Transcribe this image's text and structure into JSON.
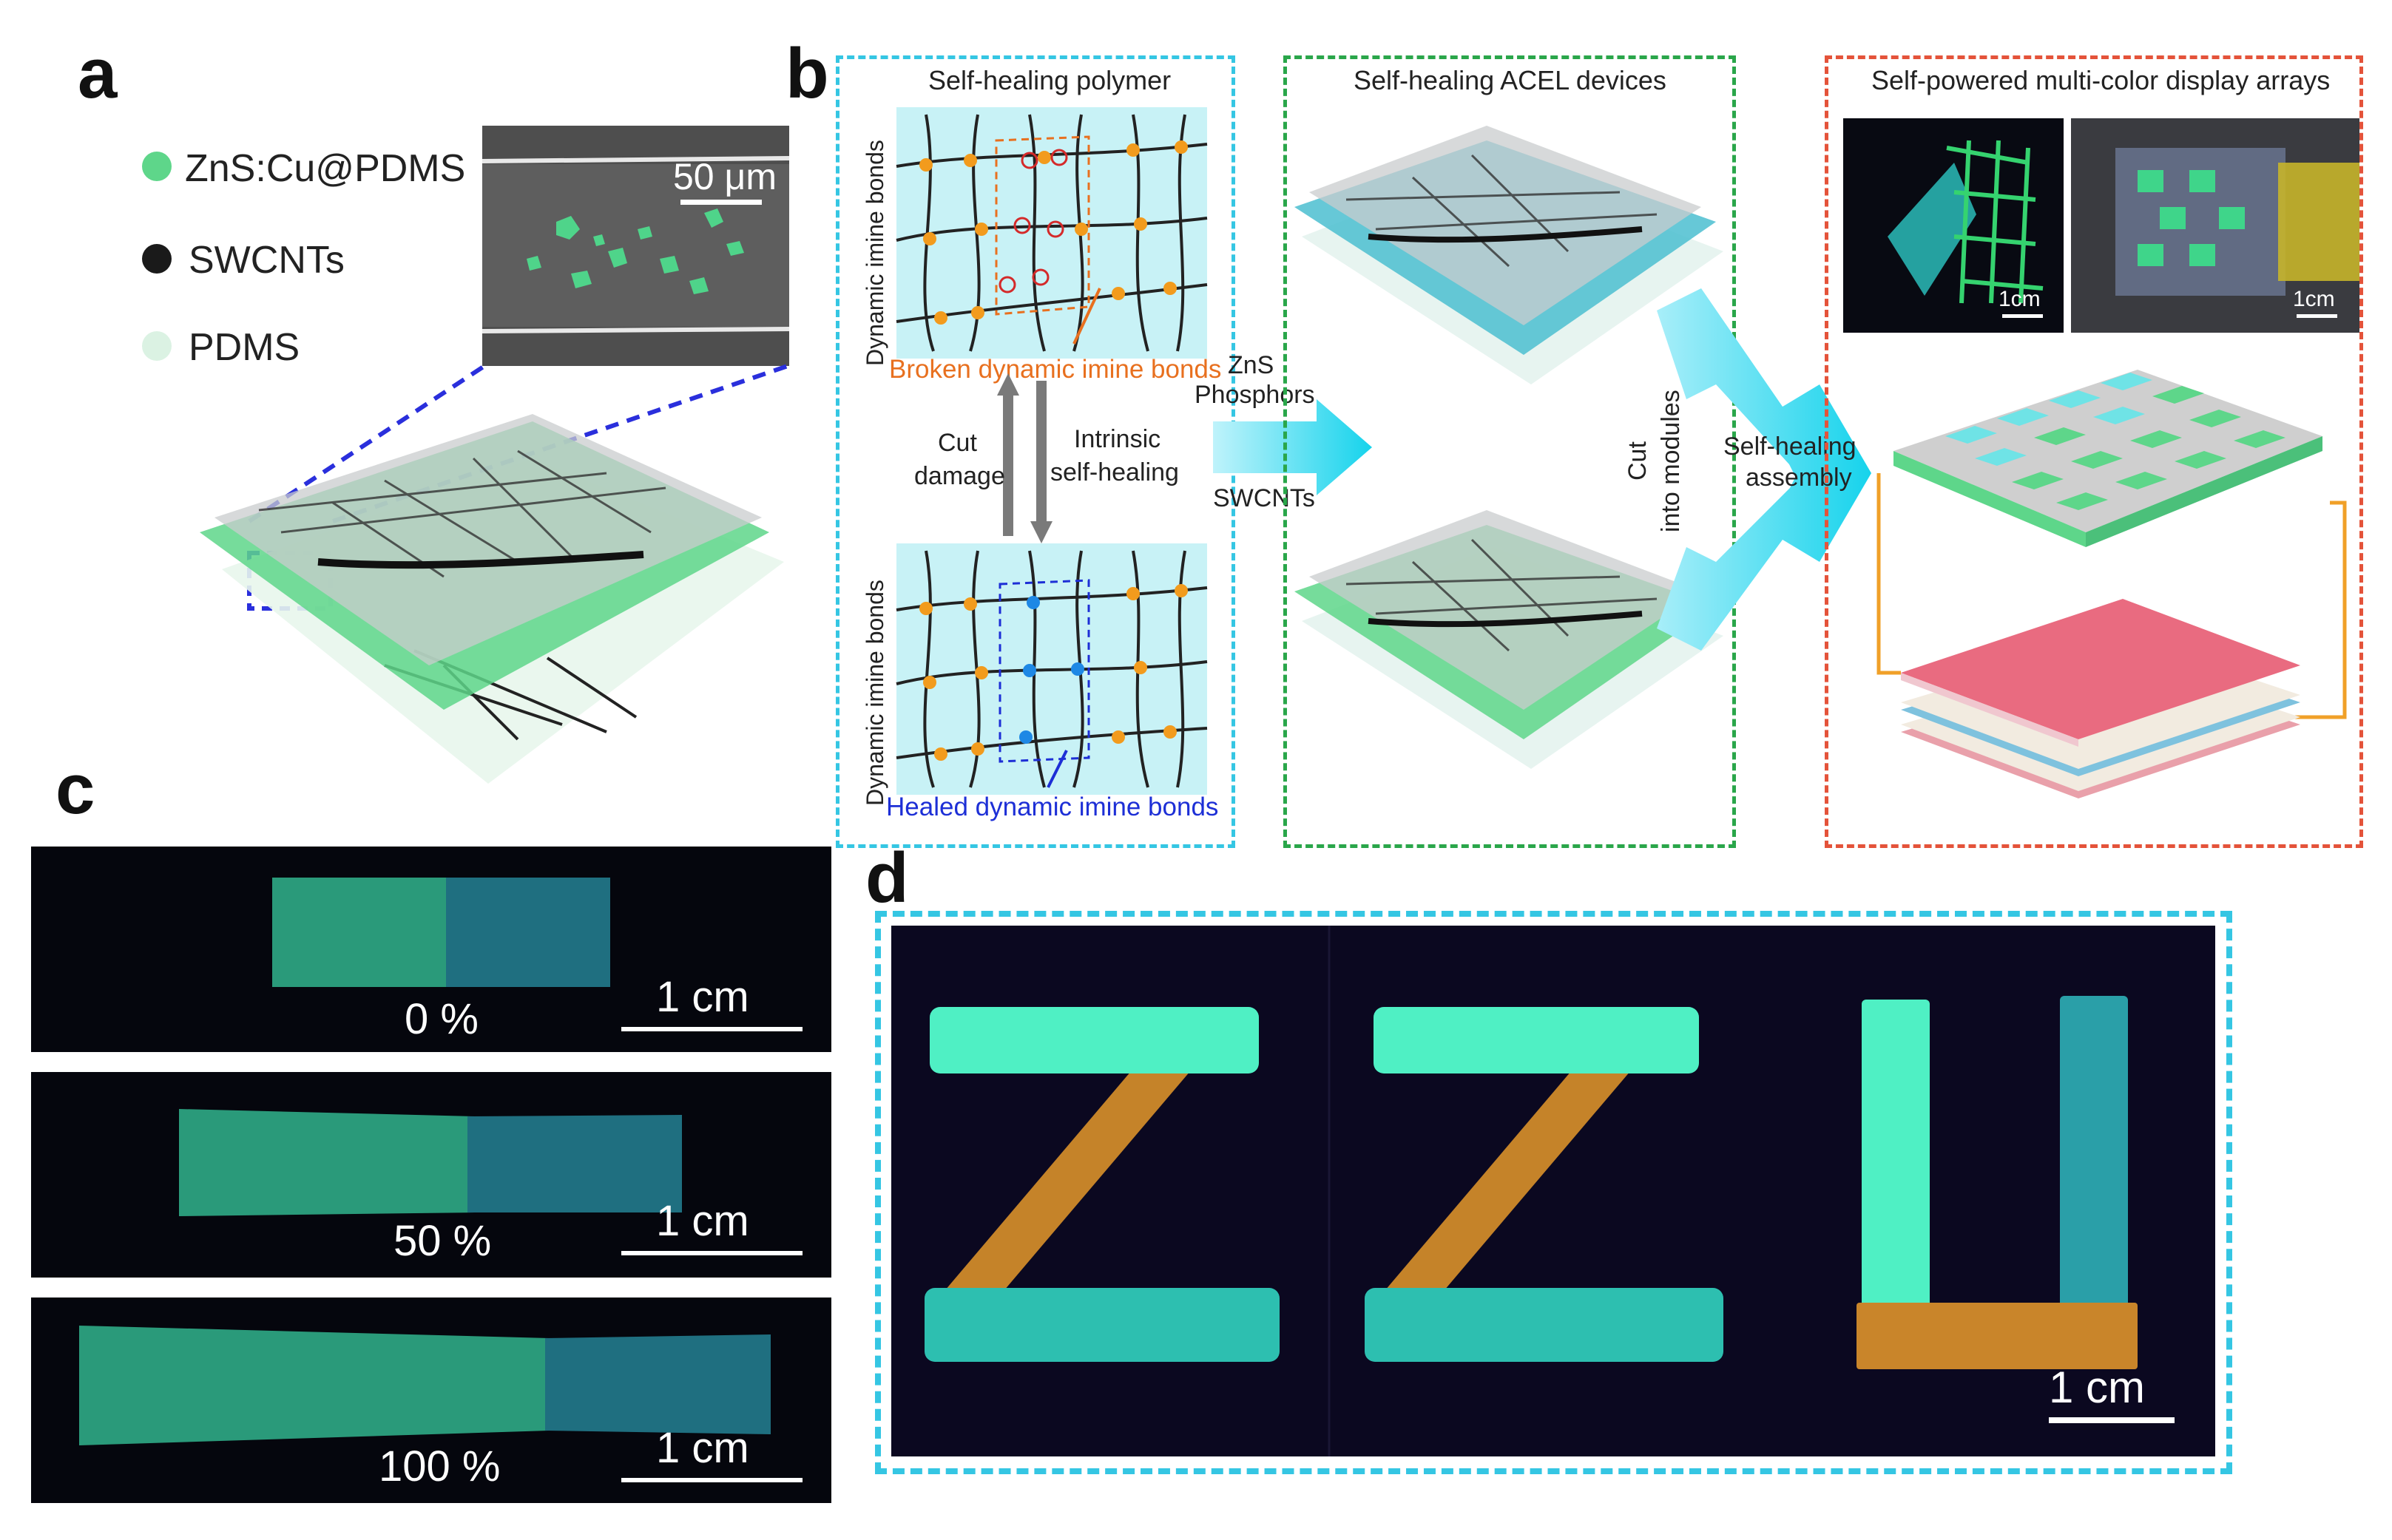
{
  "panels": {
    "a": {
      "letter": "a",
      "legend": [
        {
          "label": "ZnS:Cu@PDMS",
          "color": "#5ed68a"
        },
        {
          "label": "SWCNTs",
          "color": "#1a1a1a"
        },
        {
          "label": "PDMS",
          "color": "#dbf2e3"
        }
      ],
      "inset_scale": "50 μm"
    },
    "b": {
      "letter": "b",
      "sections": {
        "polymer": {
          "title": "Self-healing polymer",
          "side_label_top": "Dynamic imine bonds",
          "side_label_bottom": "Dynamic imine bonds",
          "broken_label": "Broken dynamic imine bonds",
          "healed_label": "Healed dynamic imine bonds",
          "cut_label_1": "Cut",
          "cut_label_2": "damage",
          "heal_label_1": "Intrinsic",
          "heal_label_2": "self-healing"
        },
        "devices": {
          "title": "Self-healing ACEL devices",
          "zns_1": "ZnS",
          "zns_2": "Phosphors",
          "swcnts": "SWCNTs",
          "cut_1": "Cut",
          "cut_2": "into modules",
          "assembly_1": "Self-healing",
          "assembly_2": "assembly"
        },
        "arrays": {
          "title": "Self-powered multi-color display arrays",
          "scale_1": "1cm",
          "scale_2": "1cm"
        }
      },
      "colors": {
        "cyan_box": "#35c6e3",
        "green_box": "#2aa64a",
        "red_box": "#e4533a",
        "broken": "#e8701f",
        "healed": "#1d2fd6"
      }
    },
    "c": {
      "letter": "c",
      "strips": [
        {
          "strain": "0 %",
          "scale": "1 cm"
        },
        {
          "strain": "50 %",
          "scale": "1 cm"
        },
        {
          "strain": "100 %",
          "scale": "1 cm"
        }
      ]
    },
    "d": {
      "letter": "d",
      "scale": "1 cm"
    }
  }
}
